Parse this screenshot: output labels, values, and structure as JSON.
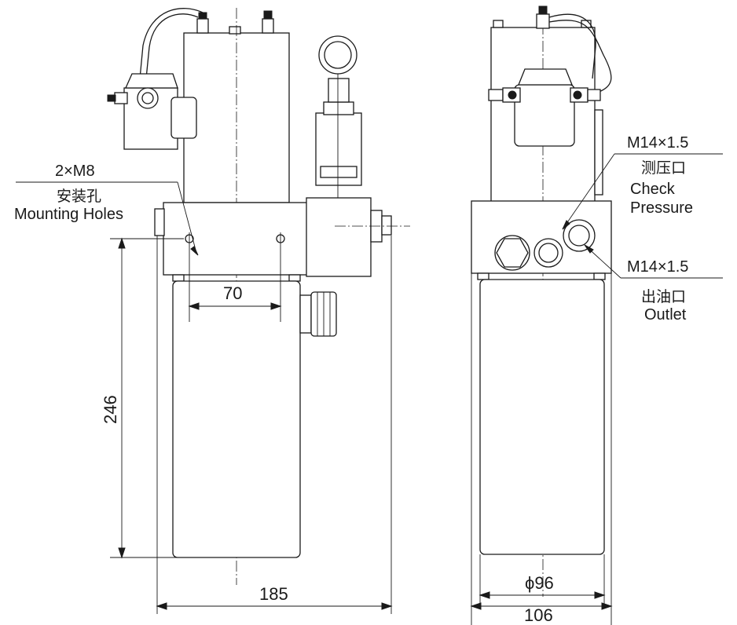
{
  "labels": {
    "mount_thread": "2×M8",
    "mount_cn": "安装孔",
    "mount_en": "Mounting Holes",
    "check_thread": "M14×1.5",
    "check_cn": "测压口",
    "check_en1": "Check",
    "check_en2": "Pressure",
    "outlet_thread": "M14×1.5",
    "outlet_cn": "出油口",
    "outlet_en": "Outlet"
  },
  "dimensions": {
    "hole_spacing": "70",
    "tank_height": "246",
    "overall_width": "185",
    "tank_diameter": "ϕ96",
    "side_width": "106"
  }
}
